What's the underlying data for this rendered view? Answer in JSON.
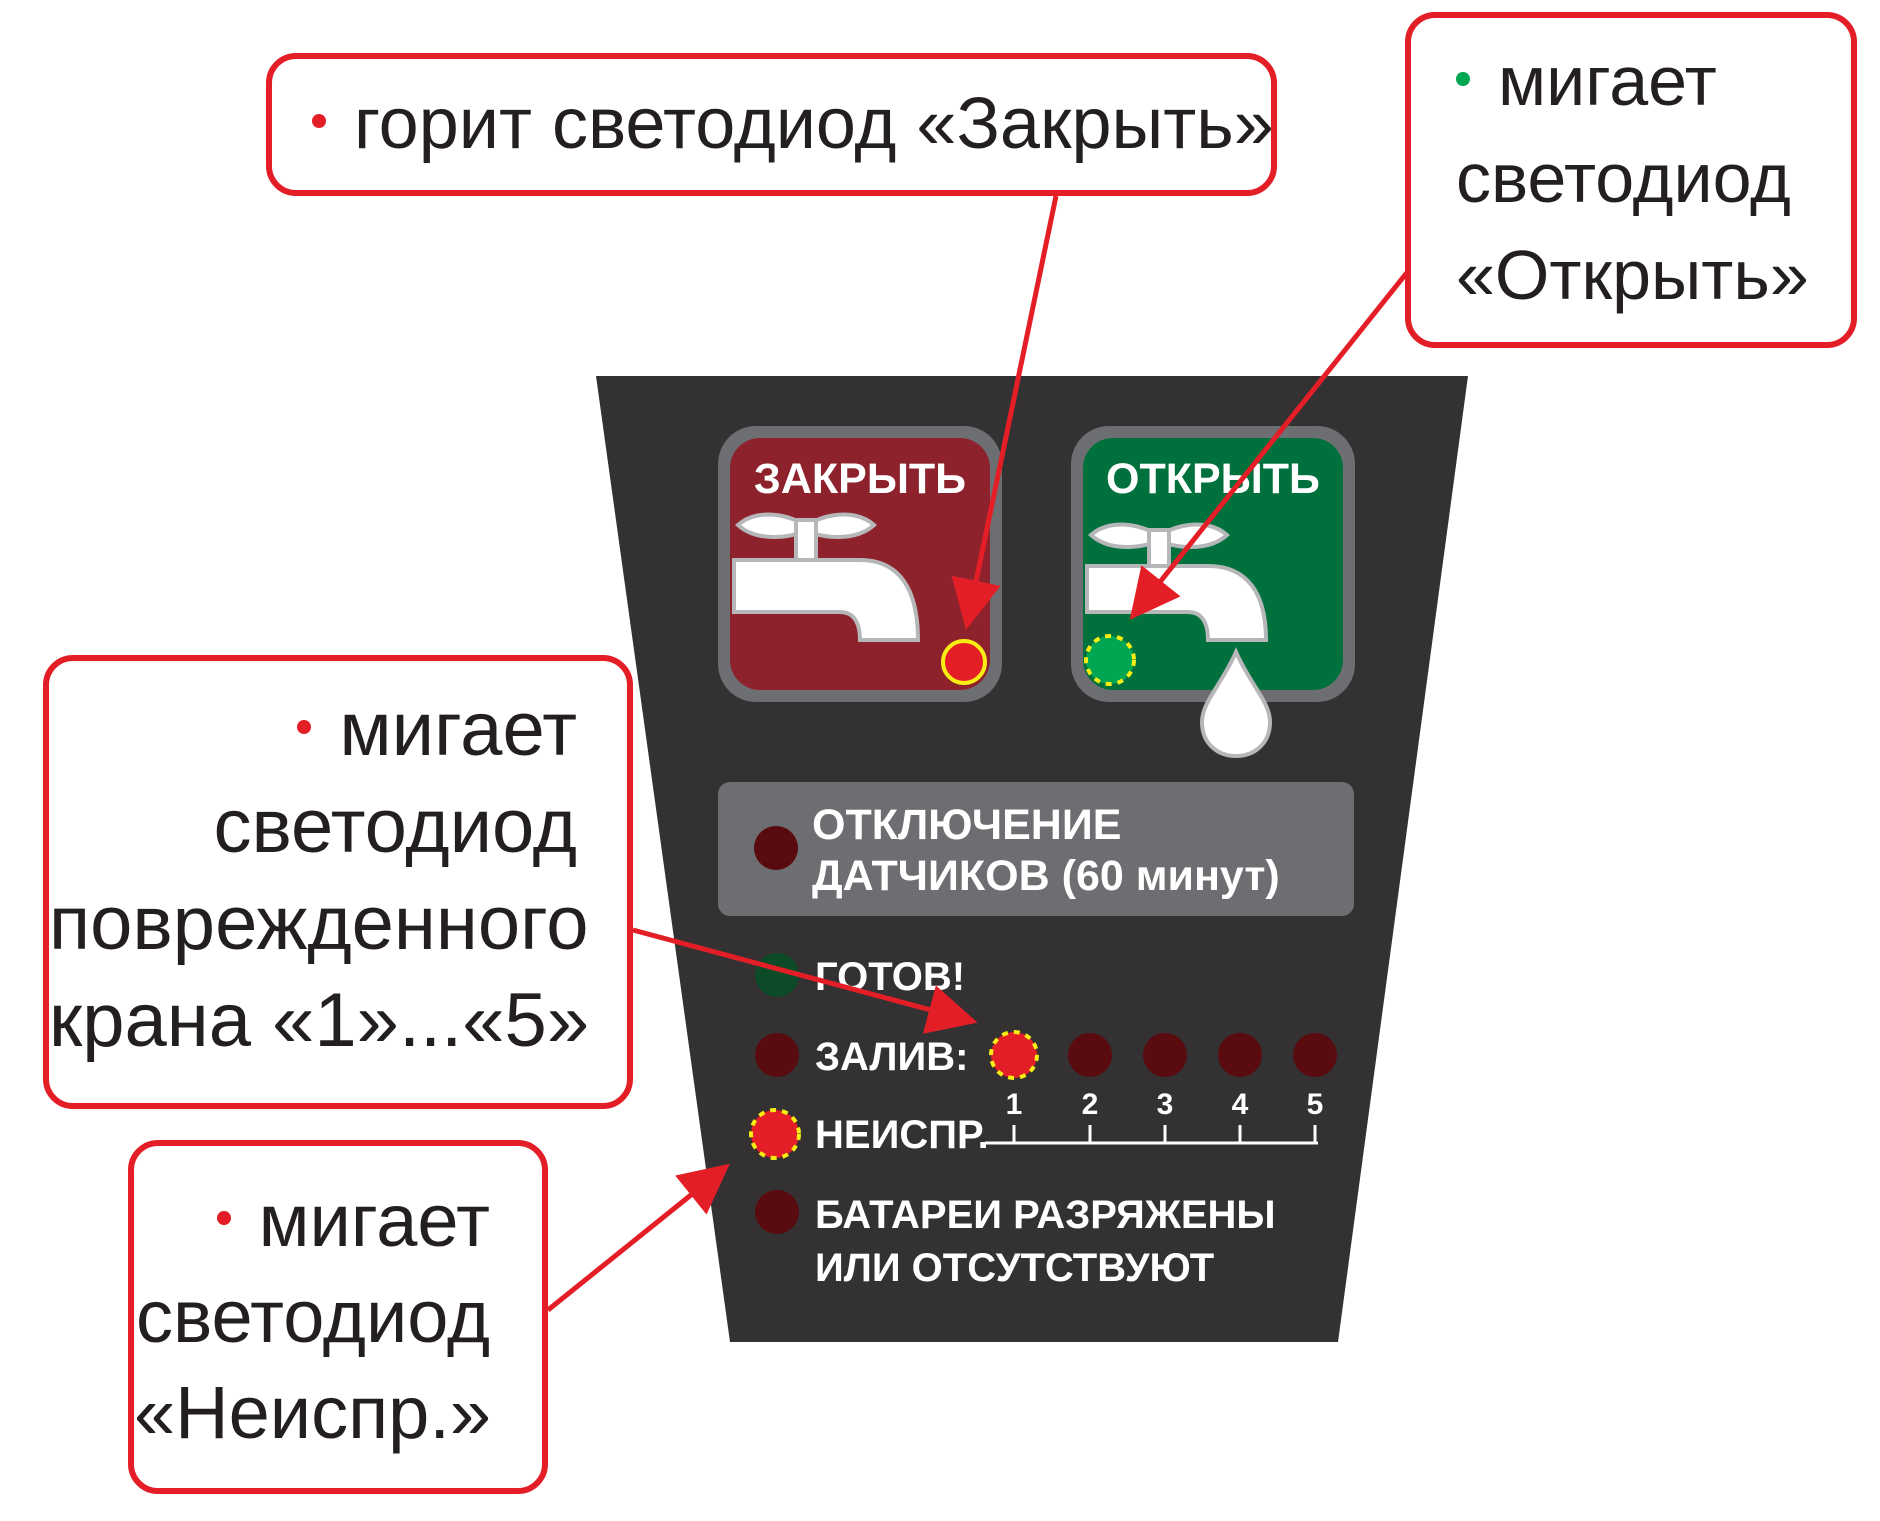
{
  "callouts": {
    "close": {
      "lines": [
        "горит светодиод «Закрыть»"
      ],
      "dot_color": "#e41e26"
    },
    "open": {
      "lines": [
        "мигает",
        "светодиод",
        "«Открыть»"
      ],
      "dot_color": "#00a651"
    },
    "leak": {
      "lines": [
        "мигает",
        "светодиод",
        "поврежденного",
        "крана «1»...«5»"
      ],
      "dot_color": "#e41e26"
    },
    "fault": {
      "lines": [
        "мигает",
        "светодиод",
        "«Неиспр.»"
      ],
      "dot_color": "#e41e26"
    }
  },
  "panel": {
    "close_button": {
      "label": "ЗАКРЫТЬ",
      "icon": "faucet-icon",
      "led": "on"
    },
    "open_button": {
      "label": "ОТКРЫТЬ",
      "icon": "faucet-drop-icon",
      "led": "blinking"
    },
    "sensor_disable": {
      "line1": "ОТКЛЮЧЕНИЕ",
      "line2": "ДАТЧИКОВ (60 минут)"
    },
    "ready": {
      "label": "ГОТОВ!"
    },
    "flood": {
      "label": "ЗАЛИВ:",
      "channels": [
        "1",
        "2",
        "3",
        "4",
        "5"
      ],
      "blinking_channel": "1"
    },
    "fault": {
      "label": "НЕИСПР.",
      "led": "blinking"
    },
    "battery": {
      "line1": "БАТАРЕИ РАЗРЯЖЕНЫ",
      "line2": "ИЛИ ОТСУТСТВУЮТ"
    }
  },
  "colors": {
    "accent_red": "#e41e26",
    "panel_bg": "#333132",
    "close_bg": "#8e222c",
    "open_bg": "#00703c",
    "led_off_red": "#5a0b0f",
    "led_on_red": "#e41e26",
    "led_green": "#00a651",
    "led_off_green": "#0c4a28",
    "blink_ring": "#f7ec13"
  }
}
